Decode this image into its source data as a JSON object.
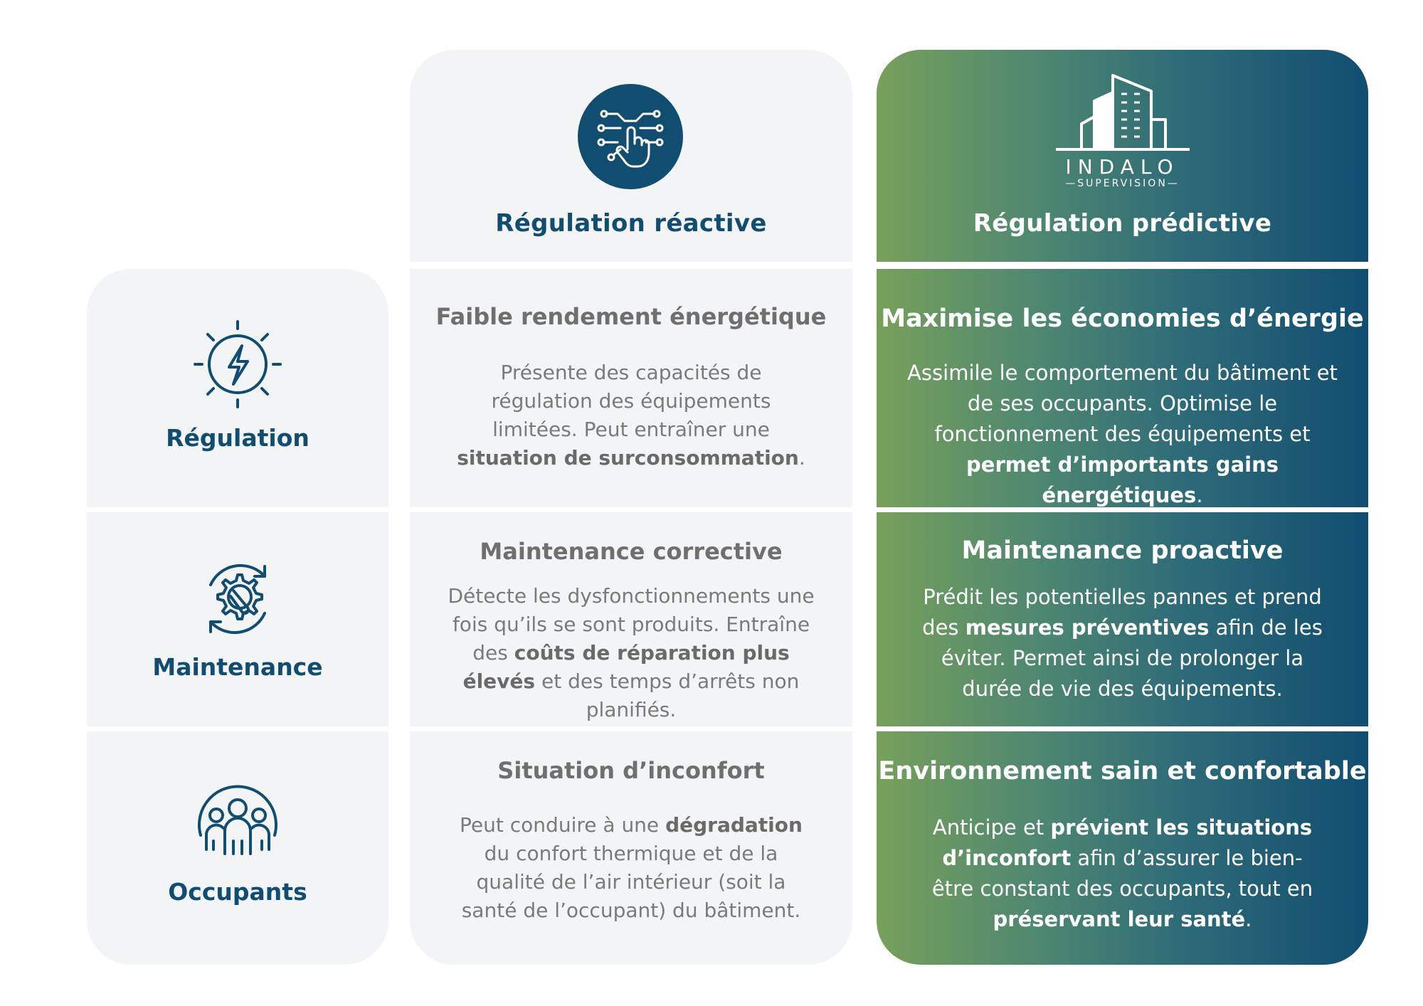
{
  "columns": {
    "reactive": {
      "title": "Régulation réactive",
      "icon": "hand-touch-circuit-icon"
    },
    "predictive": {
      "title": "Régulation prédictive",
      "logo": {
        "name": "INDALO",
        "sub": "—SUPERVISION—",
        "icon": "building-logo-icon"
      }
    }
  },
  "rows": [
    {
      "category": "Régulation",
      "icon": "energy-bolt-sun-icon",
      "reactive": {
        "title": "Faible rendement énergétique",
        "text_parts": [
          {
            "text": "Présente des capacités de régulation des équipements limitées. Peut entraîner une ",
            "bold": false
          },
          {
            "text": "situation de surconsommation",
            "bold": true
          },
          {
            "text": ".",
            "bold": false
          }
        ]
      },
      "predictive": {
        "title": "Maximise les économies d’énergie",
        "text_parts": [
          {
            "text": "Assimile le comportement du bâtiment et de ses occupants. Optimise le fonctionnement des équipements et ",
            "bold": false
          },
          {
            "text": "permet d’importants gains énergétiques",
            "bold": true
          },
          {
            "text": ".",
            "bold": false
          }
        ]
      }
    },
    {
      "category": "Maintenance",
      "icon": "gear-wrench-cycle-icon",
      "reactive": {
        "title": "Maintenance corrective",
        "text_parts": [
          {
            "text": "Détecte les dysfonctionnements une fois qu’ils se sont produits. Entraîne des ",
            "bold": false
          },
          {
            "text": "coûts de réparation plus élevés",
            "bold": true
          },
          {
            "text": " et des temps d’arrêts non planifiés.",
            "bold": false
          }
        ]
      },
      "predictive": {
        "title": "Maintenance proactive",
        "text_parts": [
          {
            "text": "Prédit les potentielles pannes et prend des ",
            "bold": false
          },
          {
            "text": "mesures préventives",
            "bold": true
          },
          {
            "text": " afin de les éviter. Permet ainsi de prolonger la durée de vie des équipements.",
            "bold": false
          }
        ]
      }
    },
    {
      "category": "Occupants",
      "icon": "people-group-icon",
      "reactive": {
        "title": "Situation d’inconfort",
        "text_parts": [
          {
            "text": "Peut conduire à une ",
            "bold": false
          },
          {
            "text": "dégradation",
            "bold": true
          },
          {
            "text": " du confort thermique et de la qualité de l’air intérieur (soit la santé de l’occupant) du bâtiment.",
            "bold": false
          }
        ]
      },
      "predictive": {
        "title": "Environnement sain et confortable",
        "text_parts": [
          {
            "text": "Anticipe et ",
            "bold": false
          },
          {
            "text": "prévient les situations d’inconfort",
            "bold": true
          },
          {
            "text": " afin d’assurer le bien-être constant des occupants, tout en ",
            "bold": false
          },
          {
            "text": "préservant leur santé",
            "bold": true
          },
          {
            "text": ".",
            "bold": false
          }
        ]
      }
    }
  ],
  "colors": {
    "navy": "#114d70",
    "grey_bg": "#f2f4f6",
    "gradient_start": "#78a05a",
    "gradient_end": "#114d70"
  }
}
